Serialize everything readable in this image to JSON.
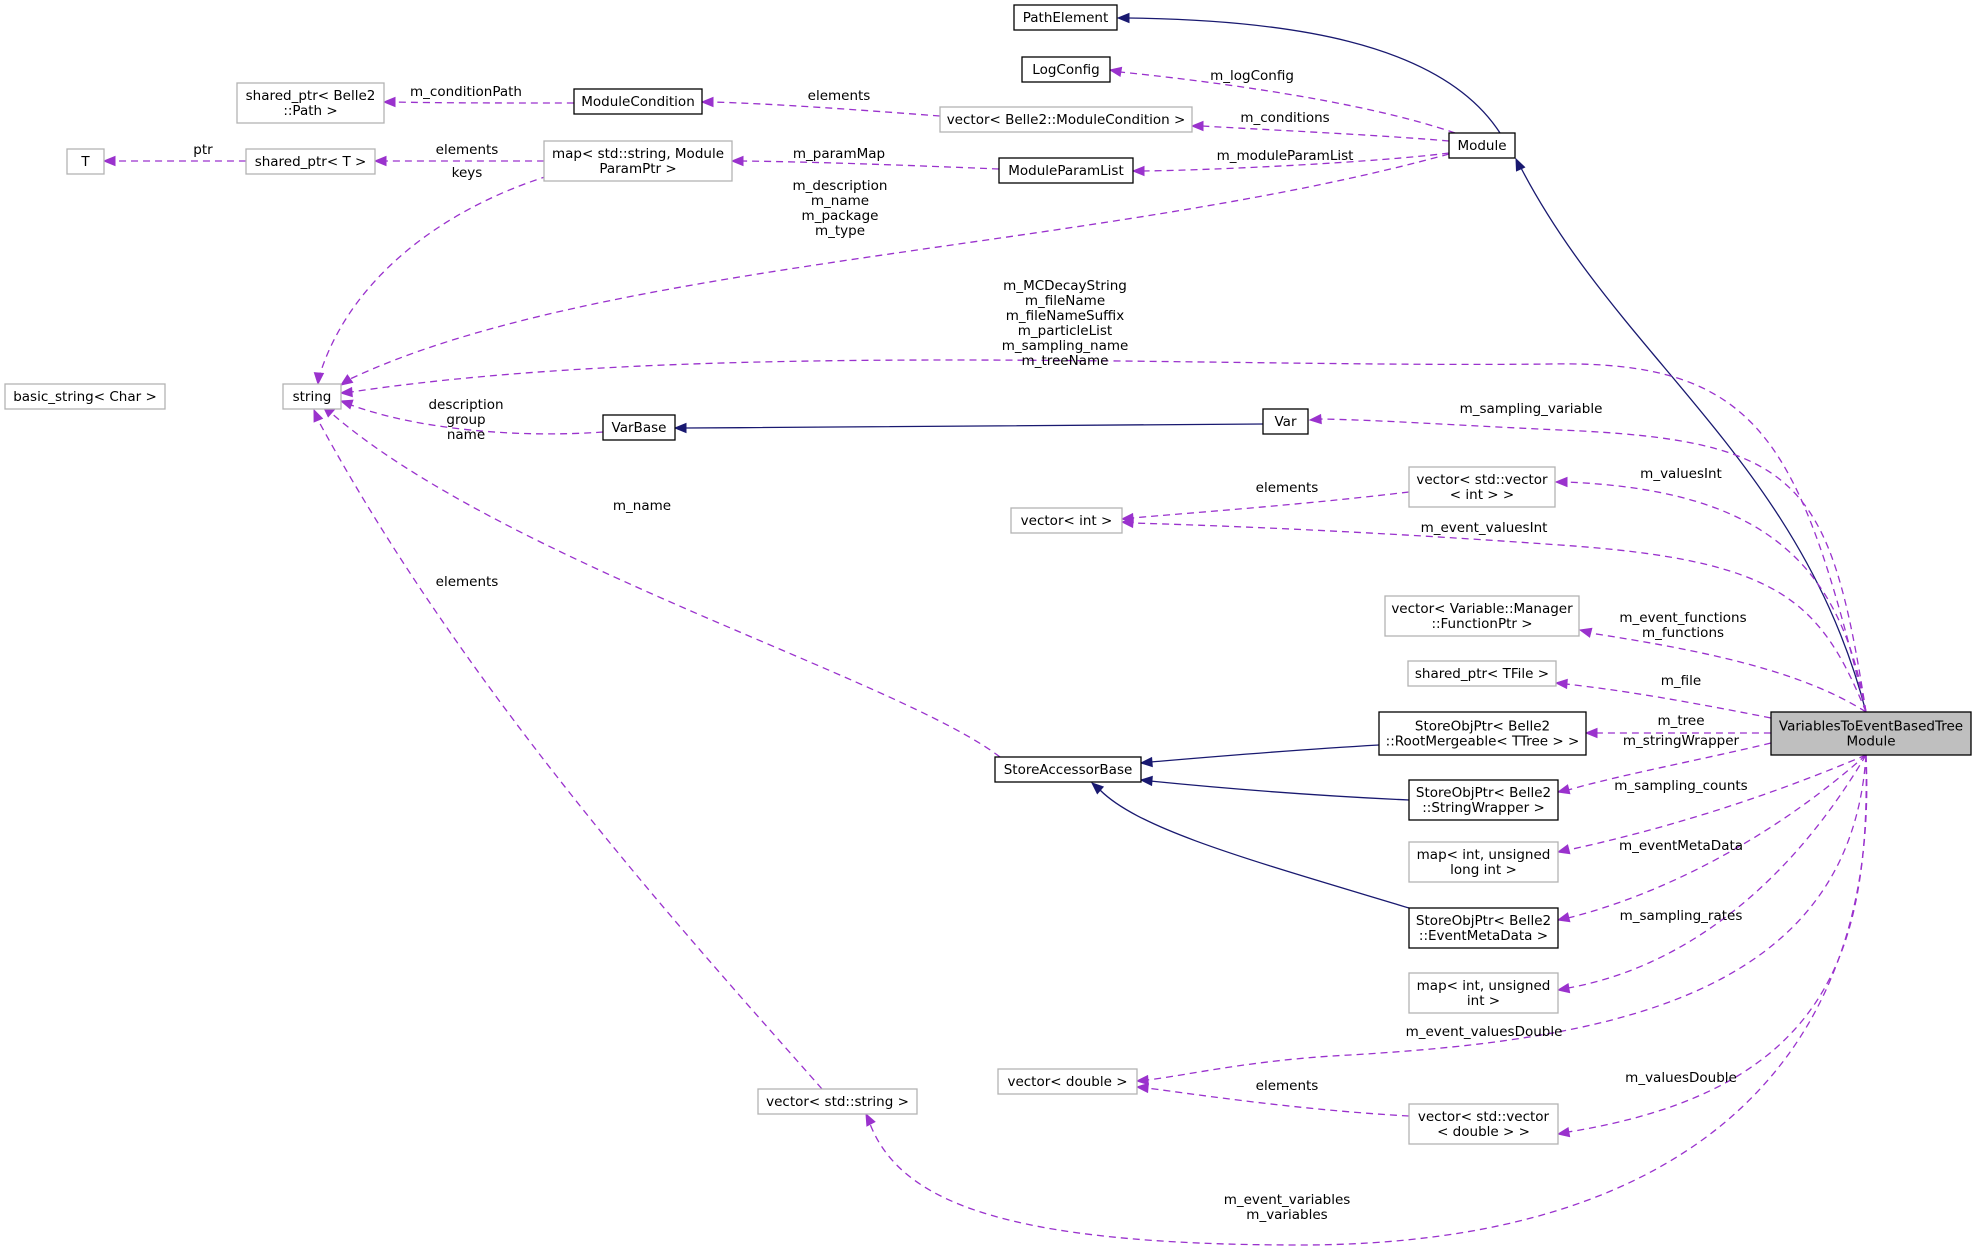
{
  "nodes": {
    "VariablesToEventBasedTreeModule": {
      "lines": [
        "VariablesToEventBasedTree",
        "Module"
      ]
    },
    "Module": {
      "lines": [
        "Module"
      ]
    },
    "PathElement": {
      "lines": [
        "PathElement"
      ]
    },
    "LogConfig": {
      "lines": [
        "LogConfig"
      ]
    },
    "ModuleCondition": {
      "lines": [
        "ModuleCondition"
      ]
    },
    "ModuleParamList": {
      "lines": [
        "ModuleParamList"
      ]
    },
    "vectorModuleCondition": {
      "lines": [
        "vector< Belle2::ModuleCondition >"
      ]
    },
    "sharedPtrPath": {
      "lines": [
        "shared_ptr< Belle2",
        "::Path >"
      ]
    },
    "mapModuleParamPtr": {
      "lines": [
        "map< std::string, Module",
        "ParamPtr >"
      ]
    },
    "sharedPtrT": {
      "lines": [
        "shared_ptr< T >"
      ]
    },
    "T": {
      "lines": [
        "T"
      ]
    },
    "basicString": {
      "lines": [
        "basic_string< Char >"
      ]
    },
    "string": {
      "lines": [
        "string"
      ]
    },
    "VarBase": {
      "lines": [
        "VarBase"
      ]
    },
    "Var": {
      "lines": [
        "Var"
      ]
    },
    "vectorVectorInt": {
      "lines": [
        "vector< std::vector",
        "< int > >"
      ]
    },
    "vectorInt": {
      "lines": [
        "vector< int >"
      ]
    },
    "vectorFunctionPtr": {
      "lines": [
        "vector< Variable::Manager",
        "::FunctionPtr >"
      ]
    },
    "sharedPtrTFile": {
      "lines": [
        "shared_ptr< TFile >"
      ]
    },
    "StoreObjPtrTTree": {
      "lines": [
        "StoreObjPtr< Belle2",
        "::RootMergeable< TTree > >"
      ]
    },
    "StoreAccessorBase": {
      "lines": [
        "StoreAccessorBase"
      ]
    },
    "StoreObjPtrStringWrapper": {
      "lines": [
        "StoreObjPtr< Belle2",
        "::StringWrapper >"
      ]
    },
    "mapIntUnsignedLongInt": {
      "lines": [
        "map< int, unsigned",
        "long int >"
      ]
    },
    "StoreObjPtrEventMetaData": {
      "lines": [
        "StoreObjPtr< Belle2",
        "::EventMetaData >"
      ]
    },
    "mapIntUnsignedInt": {
      "lines": [
        "map< int, unsigned",
        "int >"
      ]
    },
    "vectorDouble": {
      "lines": [
        "vector< double >"
      ]
    },
    "vectorVectorDouble": {
      "lines": [
        "vector< std::vector",
        "< double > >"
      ]
    },
    "vectorStdString": {
      "lines": [
        "vector< std::string >"
      ]
    }
  },
  "edge_labels": {
    "m_logConfig": [
      "m_logConfig"
    ],
    "m_conditions": [
      "m_conditions"
    ],
    "m_moduleParamList": [
      "m_moduleParamList"
    ],
    "elements_conditions": [
      "elements"
    ],
    "m_conditionPath": [
      "m_conditionPath"
    ],
    "m_paramMap": [
      "m_paramMap"
    ],
    "elements_map": [
      "elements"
    ],
    "ptr": [
      "ptr"
    ],
    "keys": [
      "keys"
    ],
    "module_strings": [
      "m_description",
      "m_name",
      "m_package",
      "m_type"
    ],
    "main_strings": [
      "m_MCDecayString",
      "m_fileName",
      "m_fileNameSuffix",
      "m_particleList",
      "m_sampling_name",
      "m_treeName"
    ],
    "varbase_strings": [
      "description",
      "group",
      "name"
    ],
    "m_name": [
      "m_name"
    ],
    "elements_vstring": [
      "elements"
    ],
    "m_sampling_variable": [
      "m_sampling_variable"
    ],
    "elements_vint": [
      "elements"
    ],
    "m_valuesInt": [
      "m_valuesInt"
    ],
    "m_event_valuesInt": [
      "m_event_valuesInt"
    ],
    "functions": [
      "m_event_functions",
      "m_functions"
    ],
    "m_file": [
      "m_file"
    ],
    "m_tree": [
      "m_tree"
    ],
    "m_stringWrapper": [
      "m_stringWrapper"
    ],
    "m_sampling_counts": [
      "m_sampling_counts"
    ],
    "m_eventMetaData": [
      "m_eventMetaData"
    ],
    "m_sampling_rates": [
      "m_sampling_rates"
    ],
    "m_event_valuesDouble": [
      "m_event_valuesDouble"
    ],
    "elements_vdouble": [
      "elements"
    ],
    "m_valuesDouble": [
      "m_valuesDouble"
    ],
    "variables": [
      "m_event_variables",
      "m_variables"
    ]
  },
  "colors": {
    "inheritance": "#191970",
    "usage": "#9a32cd",
    "focus_fill": "#bfbfbf",
    "undocumented_border": "#b3b3b3"
  }
}
